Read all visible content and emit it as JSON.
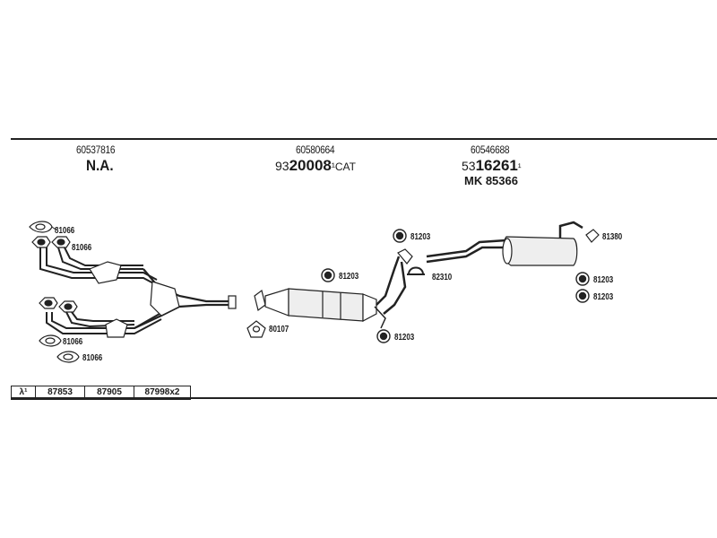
{
  "groups": [
    {
      "code": "60537816",
      "name": "N.A."
    },
    {
      "code": "60580664",
      "name_prefix": "93",
      "name_main": "20008",
      "name_suffix": "¹CAT"
    },
    {
      "code": "60546688",
      "name_prefix": "53",
      "name_main": "16261",
      "name_suffix": "¹",
      "kit": "MK  85366"
    }
  ],
  "parts": {
    "p81066a": "81066",
    "p81066b": "81066",
    "p81066c": "81066",
    "p81066d": "81066",
    "p80107": "80107",
    "p81203a": "81203",
    "p81203b": "81203",
    "p81203c": "81203",
    "p82310": "82310",
    "p81380": "81380",
    "p81203d": "81203",
    "p81203e": "81203"
  },
  "table": [
    "λ¹",
    "87853",
    "87905",
    "87998x2"
  ]
}
